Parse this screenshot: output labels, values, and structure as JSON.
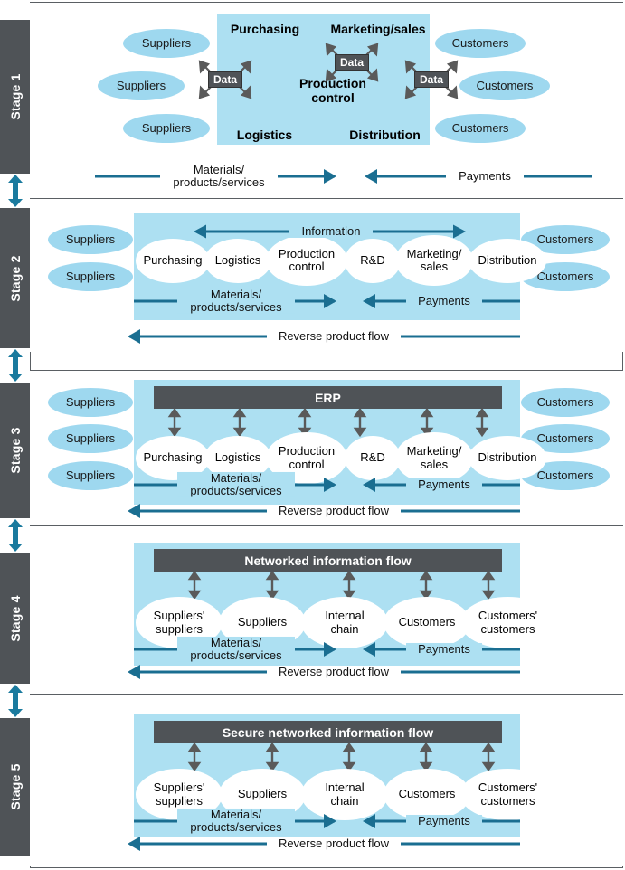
{
  "figure": {
    "title": "Supply chain integration maturity stages",
    "colors": {
      "rail": "#4f5357",
      "panel_fill": "#ade0f2",
      "side_ellipse": "#9ed8ef",
      "chain_ellipse": "#ffffff",
      "flow_arrow": "#1a6e91",
      "vertical_connector": "#1a6e91",
      "gray_arrow": "#5a5a5a",
      "dark_bar": "#4f5357",
      "frame_border": "#5a5f63"
    }
  },
  "common": {
    "materials_label": "Materials/\nproducts/services",
    "materials_line1": "Materials/",
    "materials_line2": "products/services",
    "payments_label": "Payments",
    "reverse_label": "Reverse product flow",
    "information_label": "Information",
    "supplier_label": "Suppliers",
    "customer_label": "Customers",
    "data_label": "Data"
  },
  "stages": [
    {
      "id": "stage-1",
      "rail_label": "Stage 1",
      "left_ellipses": [
        "Suppliers",
        "Suppliers",
        "Suppliers"
      ],
      "right_ellipses": [
        "Customers",
        "Customers",
        "Customers"
      ],
      "box_labels": [
        "Purchasing",
        "Marketing/sales",
        "Production\ncontrol",
        "Logistics",
        "Distribution"
      ],
      "box_label_texts": {
        "purchasing": "Purchasing",
        "marketing_sales": "Marketing/sales",
        "production_control_line1": "Production",
        "production_control_line2": "control",
        "logistics": "Logistics",
        "distribution": "Distribution"
      },
      "data_badges": [
        "Data",
        "Data",
        "Data"
      ],
      "flows": {
        "materials": "Materials/ products/services",
        "payments": "Payments"
      },
      "has_information_arrow": false,
      "has_reverse_flow": false,
      "header_bar": null,
      "chain_nodes": []
    },
    {
      "id": "stage-2",
      "rail_label": "Stage 2",
      "left_ellipses": [
        "Suppliers",
        "Suppliers"
      ],
      "right_ellipses": [
        "Customers",
        "Customers"
      ],
      "chain_nodes": [
        "Purchasing",
        "Logistics",
        "Production\ncontrol",
        "R&D",
        "Marketing/\nsales",
        "Distribution"
      ],
      "header_bar": null,
      "has_information_arrow": true,
      "has_reverse_flow": true,
      "vertical_connector_count": 0
    },
    {
      "id": "stage-3",
      "rail_label": "Stage 3",
      "left_ellipses": [
        "Suppliers",
        "Suppliers",
        "Suppliers"
      ],
      "right_ellipses": [
        "Customers",
        "Customers",
        "Customers"
      ],
      "chain_nodes": [
        "Purchasing",
        "Logistics",
        "Production\ncontrol",
        "R&D",
        "Marketing/\nsales",
        "Distribution"
      ],
      "header_bar": "ERP",
      "has_information_arrow": false,
      "has_reverse_flow": true,
      "vertical_connector_count": 6
    },
    {
      "id": "stage-4",
      "rail_label": "Stage 4",
      "left_ellipses": [],
      "right_ellipses": [],
      "chain_nodes": [
        "Suppliers'\nsuppliers",
        "Suppliers",
        "Internal\nchain",
        "Customers",
        "Customers'\ncustomers"
      ],
      "header_bar": "Networked information flow",
      "has_information_arrow": false,
      "has_reverse_flow": true,
      "vertical_connector_count": 5
    },
    {
      "id": "stage-5",
      "rail_label": "Stage 5",
      "left_ellipses": [],
      "right_ellipses": [],
      "chain_nodes": [
        "Suppliers'\nsuppliers",
        "Suppliers",
        "Internal\nchain",
        "Customers",
        "Customers'\ncustomers"
      ],
      "header_bar": "Secure networked information flow",
      "has_information_arrow": false,
      "has_reverse_flow": true,
      "vertical_connector_count": 5
    }
  ],
  "stage_connectors": [
    {
      "between": "stage-1 and stage-2",
      "icon": "double-arrow-vertical"
    },
    {
      "between": "stage-2 and stage-3",
      "icon": "double-arrow-vertical"
    },
    {
      "between": "stage-3 and stage-4",
      "icon": "double-arrow-vertical"
    },
    {
      "between": "stage-4 and stage-5",
      "icon": "double-arrow-vertical"
    }
  ]
}
